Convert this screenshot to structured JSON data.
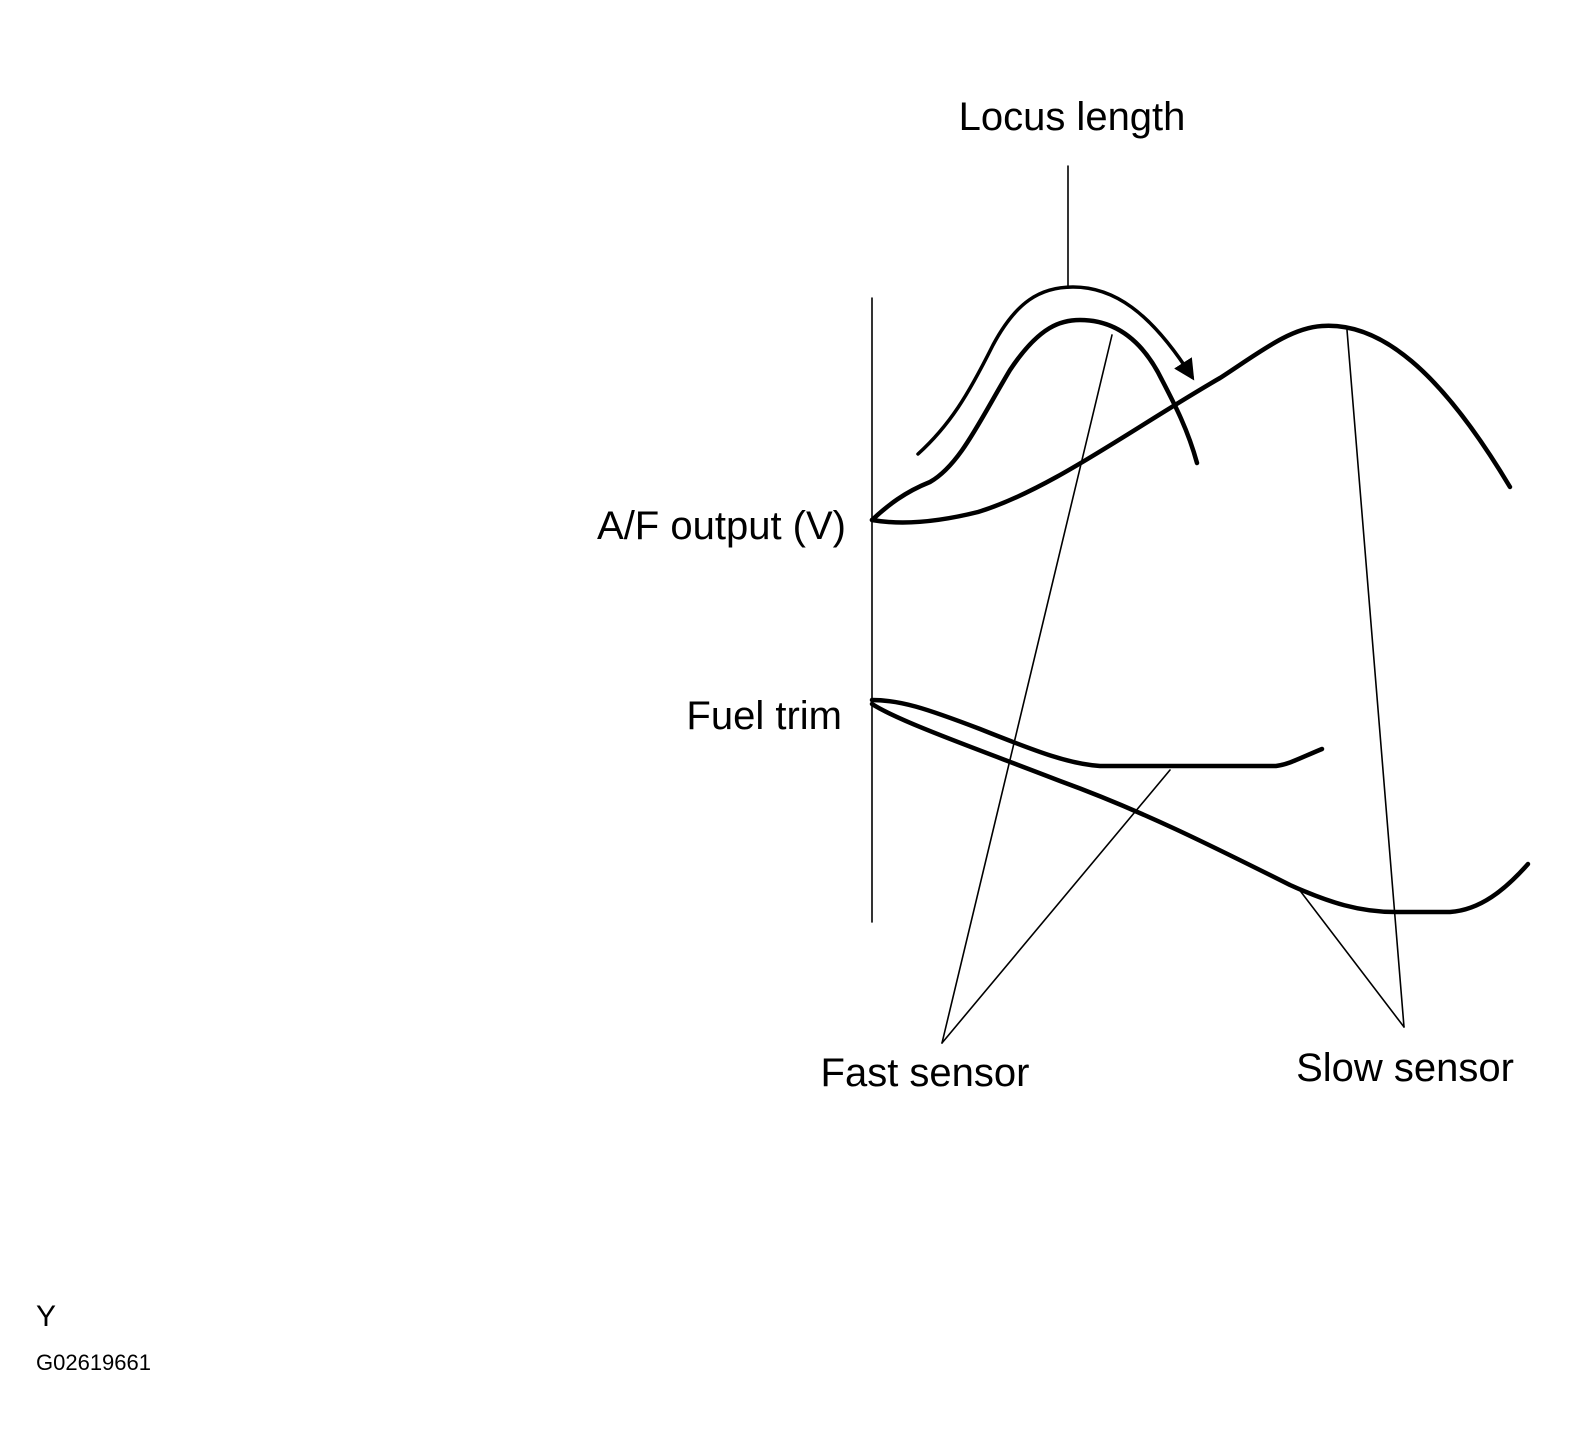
{
  "labels": {
    "locus_length": "Locus length",
    "af_output": "A/F output (V)",
    "fuel_trim": "Fuel trim",
    "fast_sensor": "Fast sensor",
    "slow_sensor": "Slow sensor"
  },
  "corner": {
    "letter": "Y",
    "figure_code": "G02619661"
  }
}
